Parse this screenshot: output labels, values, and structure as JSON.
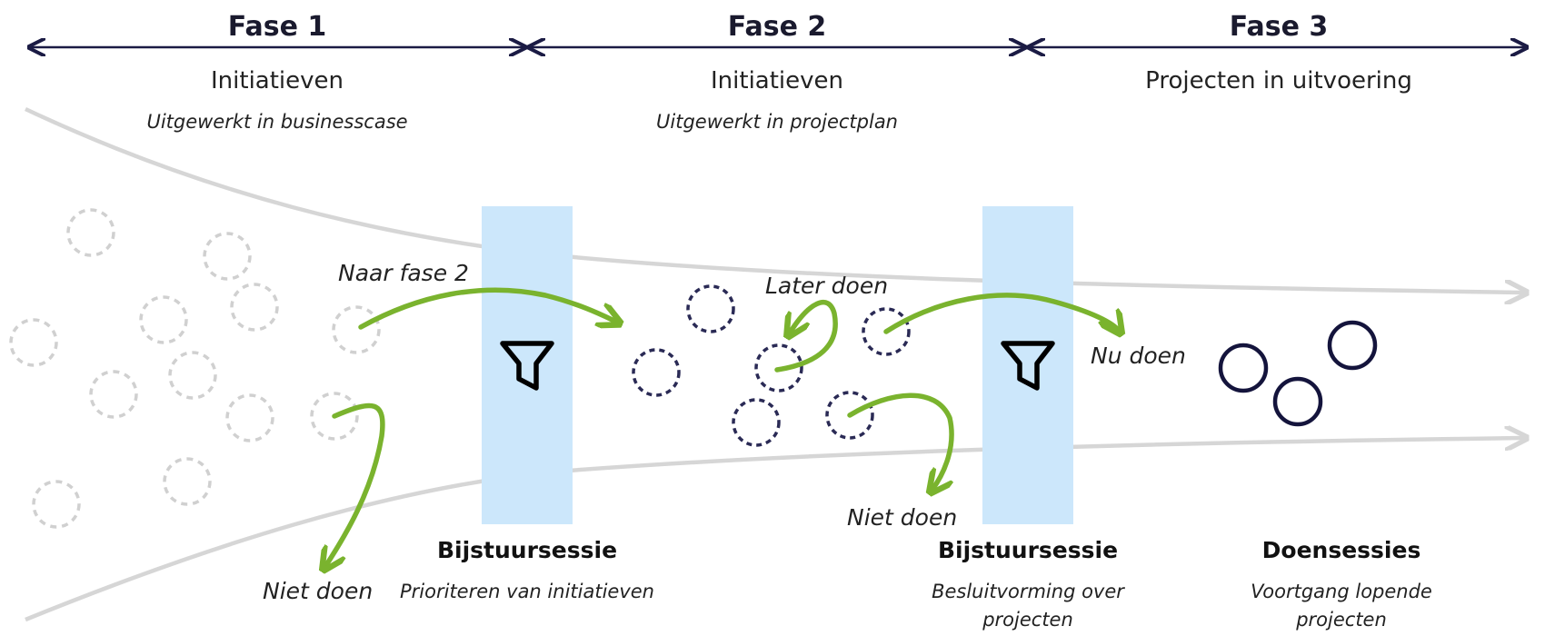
{
  "phases": [
    {
      "title": "Fase 1",
      "subtitle": "Initiatieven",
      "description": "Uitgewerkt in businesscase"
    },
    {
      "title": "Fase 2",
      "subtitle": "Initiatieven",
      "description": "Uitgewerkt in projectplan"
    },
    {
      "title": "Fase 3",
      "subtitle": "Projecten in uitvoering",
      "description": ""
    }
  ],
  "flows": {
    "naar_fase_2": "Naar fase 2",
    "niet_doen_1": "Niet doen",
    "later_doen": "Later doen",
    "nu_doen": "Nu doen",
    "niet_doen_2": "Niet doen"
  },
  "sessions": [
    {
      "title": "Bijstuursessie",
      "description": "Prioriteren van initiatieven"
    },
    {
      "title": "Bijstuursessie",
      "description": "Besluitvorming over projecten"
    },
    {
      "title": "Doensessies",
      "description": "Voortgang lopende projecten"
    }
  ],
  "icons": {
    "filter": "filter-funnel-icon",
    "arrow": "arrow-icon"
  },
  "colors": {
    "navy": "#1b1b44",
    "green": "#7ab32e",
    "filter_band": "#cce7fb",
    "funnel_line": "#d6d6d6",
    "faded_circle": "#d0d0d0"
  }
}
